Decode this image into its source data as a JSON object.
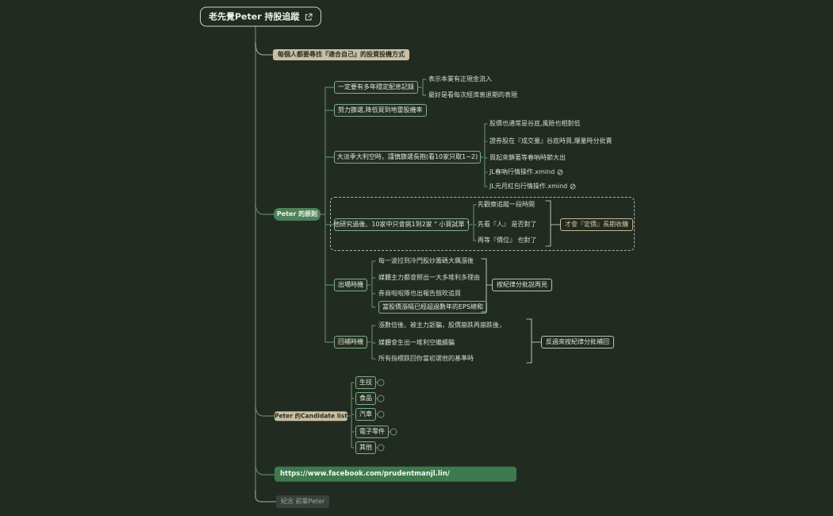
{
  "root": {
    "title": "老先覺Peter 持股追蹤"
  },
  "motto": "每個人都要尋找『適合自己』的投資投機方式",
  "principles": {
    "label": "Peter 的原則",
    "dividend": {
      "label": "一定要有多年穩定配息記錄",
      "children": [
        "表示本業有正現金流入",
        "最好是看每次經濟衰退期的表現"
      ]
    },
    "screening": {
      "label": "努力篩選,降低買到地雷股機率"
    },
    "offseason": {
      "label": "大淡季大利空時，謹慎篩選長抱(看10家只取1~2)",
      "children": [
        "股價也通常是谷底,風險也相對低",
        "證券股在『成交量』谷底時買,爆量時分批賣",
        "買起來鎖著等春吶時節大出",
        "JL春吶行情操作.xmind",
        "JL元月紅包行情操作.xmind"
      ]
    },
    "research": {
      "label": "他研究過後、10家中只會挑1到2家 \" 小買試單 \"",
      "children": [
        "先觀察追蹤一段時間",
        "先看『人』 是否對了",
        "再等『價位』 也對了"
      ],
      "summary": "才會『定價』長期收購"
    },
    "exit": {
      "label": "出場時機",
      "children": [
        "每一波拉到冷門股炒籌碼大飆漲後",
        "媒體主力都會掰出一大多堆利多理由",
        "券商啦啦隊也出報告鼓吹追買"
      ],
      "highlight": "當股價漲幅已經超過數年的EPS總和",
      "summary": "按紀律分批說再見"
    },
    "rebuy": {
      "label": "回補時機",
      "children": [
        "漲數倍後、被主力誆騙，股價崩跌再崩跌後，",
        "媒體會生出一堆利空繼續騙",
        "所有指標跌回你當初選他的基準時"
      ],
      "summary": "反過來按紀律分批補回"
    }
  },
  "candidates": {
    "label": "Peter 的Candidate list",
    "items": [
      "生技",
      "食品",
      "汽車",
      "電子零件",
      "其他"
    ]
  },
  "facebook": "https://www.facebook.com/prudentmanjl.lin/",
  "memorial": "紀念 前輩Peter",
  "colors": {
    "background": "#222b22",
    "accent_green": "#4d8159",
    "outline_green": "#7fae86",
    "tan": "#c9c0a4",
    "facebook_green": "#3d7a4e"
  }
}
